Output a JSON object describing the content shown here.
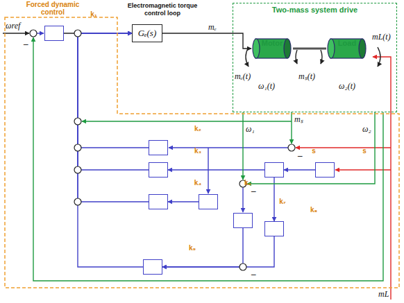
{
  "diagram": {
    "nodes": [
      {
        "text": [
          "Forced dynamic control"
        ]
      },
      {
        "text": [
          "k₁"
        ],
        "in": 0
      },
      {
        "text": [
          "Gₑ(s)"
        ]
      },
      {
        "text": [
          "Two-mass system drive"
        ]
      },
      {
        "text": [
          "Motor"
        ],
        "in": 3
      },
      {
        "text": [
          "Load"
        ],
        "in": 3
      },
      {
        "text": [
          "k₂"
        ],
        "in": 0
      },
      {
        "text": [
          "k₃"
        ],
        "in": 0
      },
      {
        "text": [
          "k₄"
        ],
        "in": 0
      },
      {
        "text": [
          "k₆"
        ],
        "in": 0
      },
      {
        "text": [
          "s"
        ],
        "in": 0
      },
      {
        "text": [
          "s"
        ],
        "in": 0
      },
      {
        "text": [
          "k₇"
        ],
        "in": 0
      },
      {
        "text": [
          "k₈"
        ],
        "in": 0
      },
      {
        "text": [
          "k₉"
        ],
        "in": 0
      }
    ],
    "edges": [
      {
        "from": 1,
        "to": 2,
        "arrow": "to"
      },
      {
        "from": 2,
        "to": 4,
        "arrow": "to"
      },
      {
        "from": 4,
        "to": 5,
        "arrow": "none"
      },
      {
        "from": 6,
        "to": 2,
        "arrow": "to"
      },
      {
        "from": 7,
        "to": 2,
        "arrow": "to"
      },
      {
        "from": 8,
        "to": 2,
        "arrow": "to"
      },
      {
        "from": 9,
        "to": 8,
        "arrow": "to"
      },
      {
        "from": 11,
        "to": 10,
        "arrow": "to"
      },
      {
        "from": 10,
        "to": 7,
        "arrow": "to"
      },
      {
        "from": 10,
        "to": 13,
        "arrow": "to"
      },
      {
        "from": 12,
        "to": 14,
        "arrow": "to"
      },
      {
        "from": 13,
        "to": 14,
        "arrow": "to"
      },
      {
        "from": 14,
        "to": 2,
        "arrow": "to"
      }
    ],
    "labels": [
      "ωref",
      "Electromagnetic torque control loop",
      "mₑ",
      "mₑ(t)",
      "ω₁(t)",
      "mₛ(t)",
      "ω₂(t)",
      "mL(t)",
      "mₛ",
      "ω₁",
      "ω₂",
      "mL",
      "–",
      "–",
      "–",
      "–"
    ]
  }
}
